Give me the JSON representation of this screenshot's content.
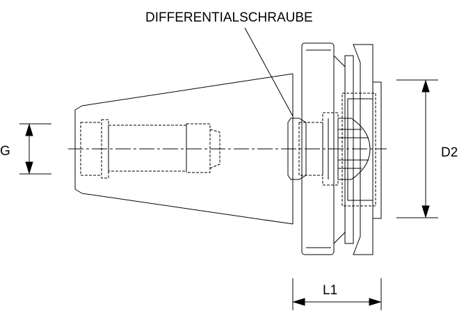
{
  "callout": {
    "label": "DIFFERENTIALSCHRAUBE"
  },
  "dimensions": {
    "thread": "G",
    "outer_diameter": "D2",
    "length": "L1"
  }
}
